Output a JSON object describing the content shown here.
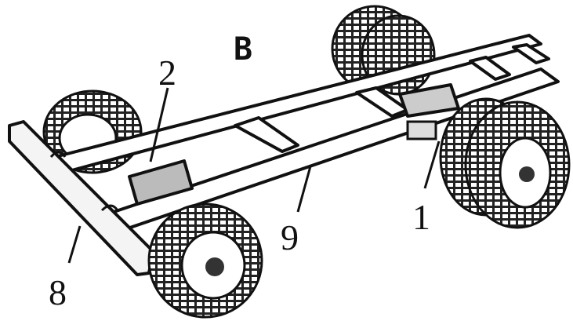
{
  "figure_letter": "B",
  "callouts": [
    {
      "id": "label-2",
      "text": "2"
    },
    {
      "id": "label-1",
      "text": "1"
    },
    {
      "id": "label-9",
      "text": "9"
    },
    {
      "id": "label-8",
      "text": "8"
    }
  ],
  "colors": {
    "ink": "#111111",
    "paper": "#ffffff",
    "tire_gray": "#3a3a3a"
  }
}
